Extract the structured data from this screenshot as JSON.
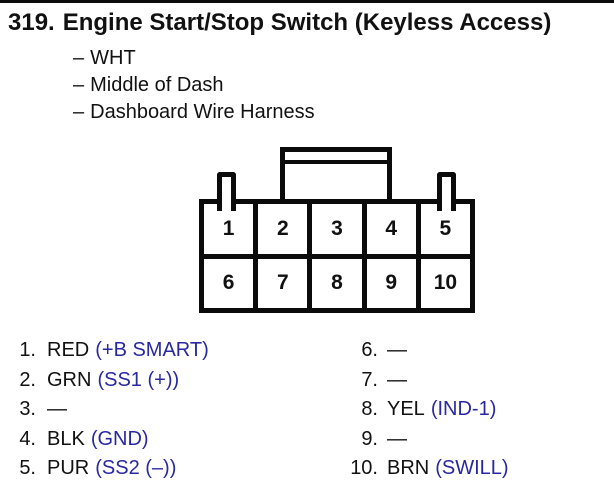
{
  "page": {
    "item_number": "319.",
    "title": "Engine Start/Stop Switch (Keyless Access)",
    "bullet": "–",
    "details": [
      "WHT",
      "Middle of Dash",
      "Dashboard Wire Harness"
    ]
  },
  "connector": {
    "pins": [
      "1",
      "2",
      "3",
      "4",
      "5",
      "6",
      "7",
      "8",
      "9",
      "10"
    ]
  },
  "pin_list": {
    "left": [
      {
        "num": "1.",
        "color": "RED",
        "signal": "(+B SMART)"
      },
      {
        "num": "2.",
        "color": "GRN",
        "signal": "(SS1 (+))"
      },
      {
        "num": "3.",
        "color": "—",
        "signal": ""
      },
      {
        "num": "4.",
        "color": "BLK",
        "signal": "(GND)"
      },
      {
        "num": "5.",
        "color": "PUR",
        "signal": "(SS2 (–))"
      }
    ],
    "right": [
      {
        "num": "6.",
        "color": "—",
        "signal": ""
      },
      {
        "num": "7.",
        "color": "—",
        "signal": ""
      },
      {
        "num": "8.",
        "color": "YEL",
        "signal": "(IND-1)"
      },
      {
        "num": "9.",
        "color": "—",
        "signal": ""
      },
      {
        "num": "10.",
        "color": "BRN",
        "signal": "(SWILL)"
      }
    ]
  },
  "colors": {
    "signal_blue": "#2828a0",
    "line_black": "#0b0b0b"
  }
}
